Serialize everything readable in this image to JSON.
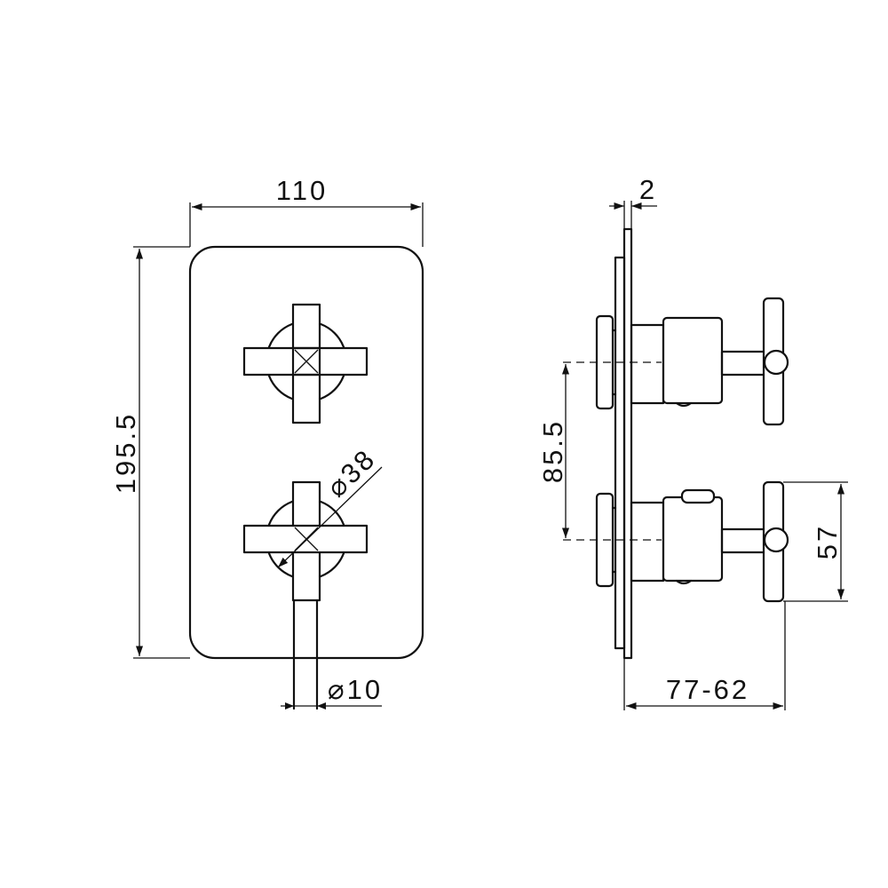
{
  "drawing": {
    "front_view": {
      "dim_width": "110",
      "dim_height": "195.5",
      "dim_handle_diameter": "⌀38",
      "dim_spout_diameter": "⌀10"
    },
    "side_view": {
      "dim_plate_thickness": "2",
      "dim_handle_spacing": "85.5",
      "dim_handle_width": "57",
      "dim_projection": "77-62"
    },
    "line_color": "#111111",
    "background": "#ffffff"
  }
}
